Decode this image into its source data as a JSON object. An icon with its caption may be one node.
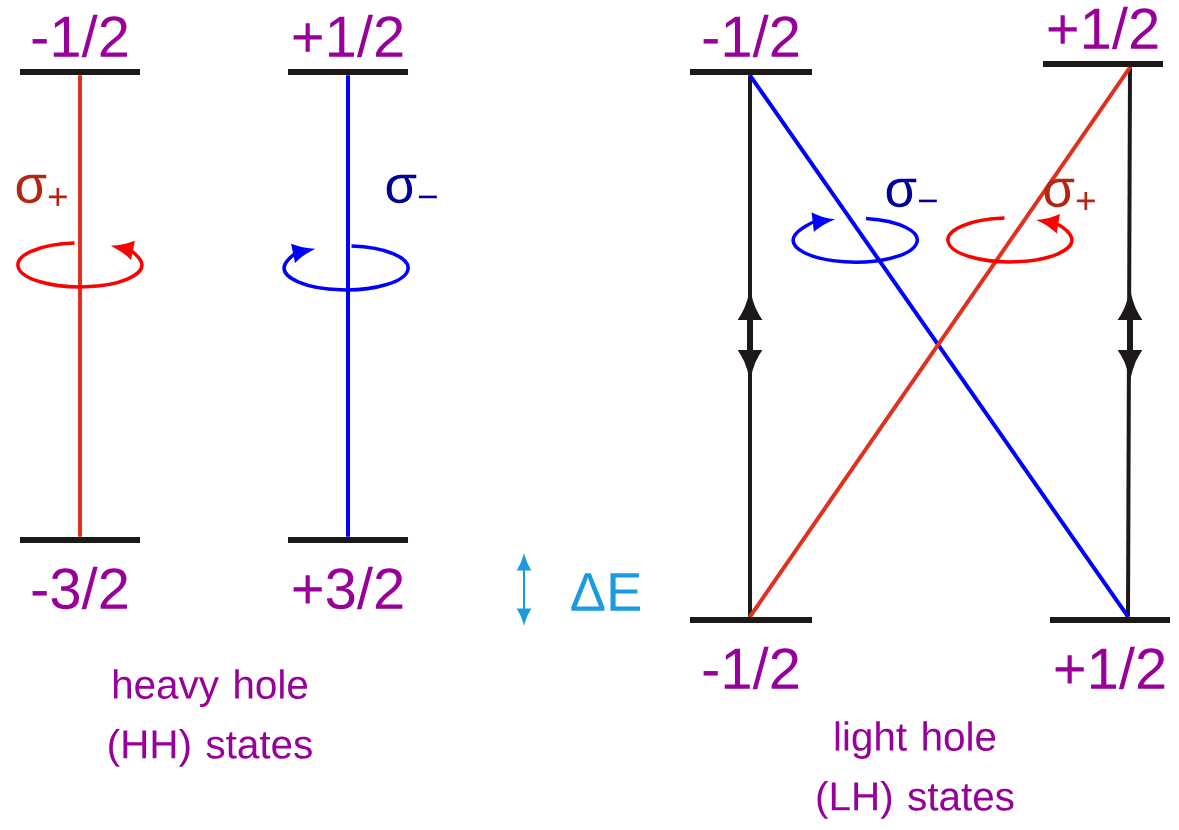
{
  "diagram": {
    "nodes": [
      {
        "text": [
          "-1/2"
        ]
      },
      {
        "text": [
          "+1/2"
        ]
      },
      {
        "text": [
          "-3/2"
        ]
      },
      {
        "text": [
          "+3/2"
        ]
      },
      {
        "text": [
          "-1/2"
        ]
      },
      {
        "text": [
          "+1/2"
        ]
      },
      {
        "text": [
          "-1/2"
        ]
      },
      {
        "text": [
          "+1/2"
        ]
      }
    ],
    "edges": [
      {
        "from": 0,
        "to": 2,
        "arrow": "none",
        "label": "σ$_{+}$",
        "color": "#e0301e"
      },
      {
        "from": 1,
        "to": 3,
        "arrow": "none",
        "label": "σ$_{−}$",
        "color": "#0000ff"
      },
      {
        "from": 4,
        "to": 6,
        "arrow": "none",
        "color": "#1e1919"
      },
      {
        "from": 5,
        "to": 7,
        "arrow": "none",
        "color": "#1e1919"
      },
      {
        "from": 4,
        "to": 7,
        "arrow": "none",
        "label": "σ$_{−}$",
        "color": "#0000ff"
      },
      {
        "from": 5,
        "to": 6,
        "arrow": "none",
        "label": "σ$_{+}$",
        "color": "#e0301e"
      }
    ],
    "labels": [
      "ΔE",
      "heavy hole (HH) states",
      "light hole (LH) states"
    ]
  }
}
